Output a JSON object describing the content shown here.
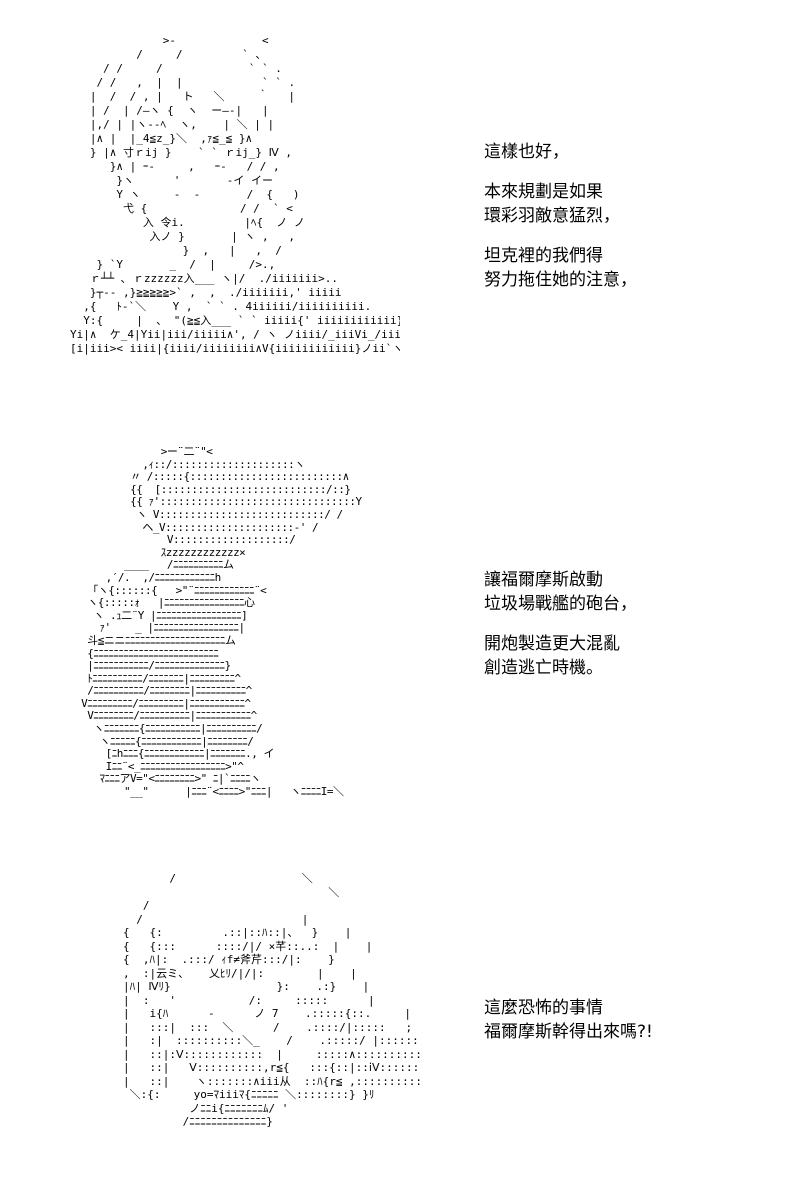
{
  "panels": [
    {
      "art": "              >-             <\n          /     /         ` 、\n     / /     /             ` ` .\n    / /   ,  |  |            ` ` .\n   |  /  / , |   ト   ＼     ｀   |\n   | /  | /―ヽ {  ヽ  ー―-|   |\n   |,/ | |ヽ‐-ﾍ  ヽ,    | ＼ | |\n   |∧ |  |_4≦z_}＼  ,ｧ≦_≦ }∧\n   } |∧ 寸ｒij }    ` ` ｒij_} Ⅳ ,\n      }∧ | ｰ-     ,   ｰ-   / / ,\n       }ヽ      '       -イ イー \n       Y ヽ     -  -       /  {   )\n        弋 {              / /  ` <\n           入 令i.         |ﾍ{  ノ ノ\n            入ノ }       | ヽ ,   ,\n                 }  ,   |   ,  /\n    } `Y       _  /  |     />.,\n   ｒ┴┴ ､ ｒzzzzzz入___ ヽ|/  ./iiiiiii>..\n   }┬‐‐ ,}≧≧≧≧≧>` ,  ,  ./iiiiiii,' iiiii\n  ,{   ﾄ‐`＼    Y ,  ` ` . 4iiiiii/iiiiiiiiii.\n  Y:{     |  、 \"(≧≦入___ ` ` iiiii{' iiiiiiiiiiii}\nYi|∧  ケ_4|Yii|iii/iiiii∧', / ヽ ノiiii/_iiiVi_/iiiiiiii|\n[i|iii>< iiii|{iiii/iiiiiiii∧V{iiiiiiiiiiii}ノii`ヽ[i/iiiiiiiiiiii}",
      "caption": [
        "這樣也好，",
        "本來規劃是如果\n環彩羽敵意猛烈，",
        "坦克裡的我們得\n努力拖住她的注意，"
      ]
    },
    {
      "art": "              >ー¨二¨\"<\n           ,ｨ::/::::::::::::::::::::ヽ\n         〃 /:::::{:::::::::::::::::::::::::∧\n         {{  [:::::::::::::::::::::::::::/::}\n         {{ ｧ'::::::::::::::::::::::::::::::::Y\n          ヽ V:::::::::::::::::::::::::::/ /\n           ヘ_V:::::::::::::::::::::-' /\n               V:::::::::::::::::::/\n              ｽzzzzzzzzzzzz×\n        ____   /ﾆﾆﾆﾆﾆﾆﾆﾆﾆﾆム\n     ,′/.  ,/ﾆﾆﾆﾆﾆﾆﾆﾆﾆﾆﾆﾆh\n  「ヽ{::::::{   >\"¨ﾆﾆﾆﾆﾆﾆﾆﾆﾆﾆﾆﾆ¨<\n  ヽ{:::::ｫ   |ﾆﾆﾆﾆﾆﾆﾆﾆﾆﾆﾆﾆﾆﾆﾆﾆ心\n   ヽ .ｭ二¨Y |ﾆﾆﾆﾆﾆﾆﾆﾆﾆﾆﾆﾆﾆﾆﾆﾆﾆ]\n    ｧ'    _ |ﾆﾆﾆﾆﾆﾆﾆﾆﾆﾆﾆﾆﾆﾆﾆﾆﾆ|\n  斗≦ニニﾆﾆﾆﾆﾆﾆﾆﾆﾆﾆﾆﾆﾆﾆﾆﾆﾆﾆﾆﾆム\n  {ﾆﾆﾆﾆﾆﾆﾆﾆﾆﾆﾆﾆﾆﾆﾆﾆﾆﾆﾆﾆﾆﾆﾆﾆﾆ\n  |ﾆﾆﾆﾆﾆﾆﾆﾆﾆﾆﾆ/ﾆﾆﾆﾆﾆﾆﾆﾆﾆﾆﾆﾆﾆﾆ}\n  ﾄﾆﾆﾆﾆﾆﾆﾆﾆﾆﾆ/ﾆﾆﾆﾆﾆﾆﾆ|ﾆﾆﾆﾆﾆﾆﾆﾆﾆ^\n  /ﾆﾆﾆﾆﾆﾆﾆﾆﾆﾆ/ﾆﾆﾆﾆﾆﾆﾆﾆ|ﾆﾆﾆﾆﾆﾆﾆﾆﾆﾆ^\n Vﾆﾆﾆﾆﾆﾆﾆﾆﾆ/ﾆﾆﾆﾆﾆﾆﾆﾆﾆ|ﾆﾆﾆﾆﾆﾆﾆﾆﾆﾆﾆ^\n  Vﾆﾆﾆﾆﾆﾆﾆﾆ/ﾆﾆﾆﾆﾆﾆﾆﾆﾆﾆ|ﾆﾆﾆﾆﾆﾆﾆﾆﾆﾆﾆ^\n   ヽﾆﾆﾆﾆﾆﾆﾆ{ﾆﾆﾆﾆﾆﾆﾆﾆﾆﾆﾆ|ﾆﾆﾆﾆﾆﾆﾆﾆﾆﾆ/\n    ヽﾆﾆﾆﾆﾆ{ﾆﾆﾆﾆﾆﾆﾆﾆﾆﾆﾆﾆ|ﾆﾆﾆﾆﾆﾆﾆﾆ/\n     [ﾆhﾆﾆﾆ{ﾆﾆﾆﾆﾆﾆﾆﾆﾆﾆﾆﾆ|ﾆﾆﾆﾆﾆﾆﾆ., イ\n     Iﾆﾆ¨<_ﾆﾆﾆﾆﾆﾆﾆﾆﾆﾆﾆﾆﾆﾆﾆﾆﾆ>\"^\n    ﾏﾆﾆﾆアV=\"<ﾆﾆﾆﾆﾆﾆﾆﾆ>\" ﾆ|`ﾆﾆﾆﾆヽ\n        \"__\"      |ﾆﾆﾆ¨<ﾆﾆﾆﾆ>\"ﾆﾆﾆ|   ヽﾆﾆﾆﾆI=＼",
      "caption": [
        "讓福爾摩斯啟動\n垃圾場戰艦的砲台，",
        "開炮製造更大混亂\n創造逃亡時機。"
      ]
    },
    {
      "art": "               /                   ＼\n                                       ＼\n           /\n          /                        |\n        {   {:         .::|::ﾊ::|、  }    |\n        {   {:::      ::::/|/ ×芊::..:  |    |\n        {  ,ﾊ|:  .:::/ ｨf≠斧芹:::/|:    }\n        ,  :|云ミ、   乂ﾋﾘ/|/|:        |    |\n        |ﾊ| Ⅳﾘ}                }:    .:}    |\n        |  :   '           /:     :::::      |\n        |   i{ﾊ      ‐      ノ 7    .:::::{::.     |\n        |   :::|  :::  ＼      /    .::::/|:::::   ;\n        |   :|  ::::::::::＼_    /    .:::::/ |:::::::::.\n        |   ::|:Ⅴ::::::::::::  |     :::::∧:::::::::::.   从\n        |   ::|   Ⅴ::::::::::,r≦{   :::{::|::ⅰⅤ:::::::::::},::}＼\n        |   ::|    ヽ:::::::∧iii从  ::ﾊ{r≦ ,:::::::::::} }::|\n         ＼:{:     yo=ﾏiiiﾏ{ﾆﾆﾆﾆﾆ ＼::::::::} }ﾘ\n                  ノﾆﾆi{ﾆﾆﾆﾆﾆﾆﾆﾑ/ '\n                 /ﾆﾆﾆﾆﾆﾆﾆﾆﾆﾆﾆﾆﾆﾆ}",
      "caption": [
        "這麼恐怖的事情\n福爾摩斯幹得出來嗎?!"
      ]
    }
  ]
}
